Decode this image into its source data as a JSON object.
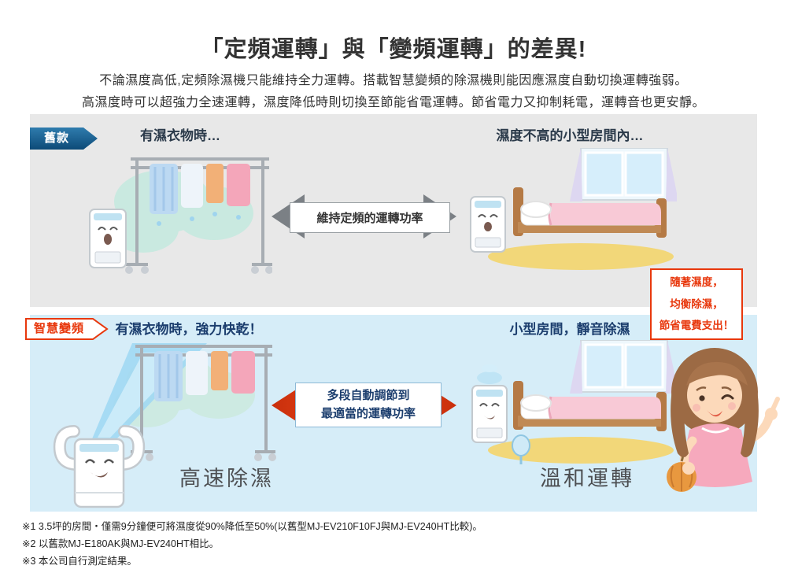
{
  "header": {
    "title": "「定頻運轉」與「變頻運轉」的差異!",
    "intro_line1": "不論濕度高低,定頻除濕機只能維持全力運轉。搭載智慧變頻的除濕機則能因應濕度自動切換運轉強弱。",
    "intro_line2": "高濕度時可以超強力全速運轉，濕度降低時則切換至節能省電運轉。節省電力又抑制耗電，運轉音也更安靜。"
  },
  "old_section": {
    "label": "舊款",
    "left_heading": "有濕衣物時…",
    "right_heading": "濕度不高的小型房間內…",
    "arrow_label": "維持定頻的運轉功率"
  },
  "bubble": {
    "line1": "隨著濕度，",
    "line2": "均衡除濕，",
    "line3": "節省電費支出！"
  },
  "new_section": {
    "label": "智慧變頻",
    "left_heading": "有濕衣物時，強力快乾！",
    "right_heading": "小型房間，靜音除濕",
    "arrow_line1": "多段自動調節到",
    "arrow_line2": "最適當的運轉功率",
    "left_caption": "高速除濕",
    "right_caption": "溫和運轉"
  },
  "footnotes": [
    "※1 3.5坪的房間・僅需9分鐘便可將濕度從90%降低至50%(以舊型MJ-EV210F10FJ與MJ-EV240HT比較)。",
    "※2 以舊款MJ-E180AK與MJ-EV240HT相比。",
    "※3 本公司自行測定結果。"
  ],
  "colors": {
    "accent_red": "#e8380d",
    "ribbon_blue": "#10527f",
    "old_band": "#e8e8e8",
    "new_band": "#d6edf8",
    "arrow_gray": "#7b8085"
  }
}
